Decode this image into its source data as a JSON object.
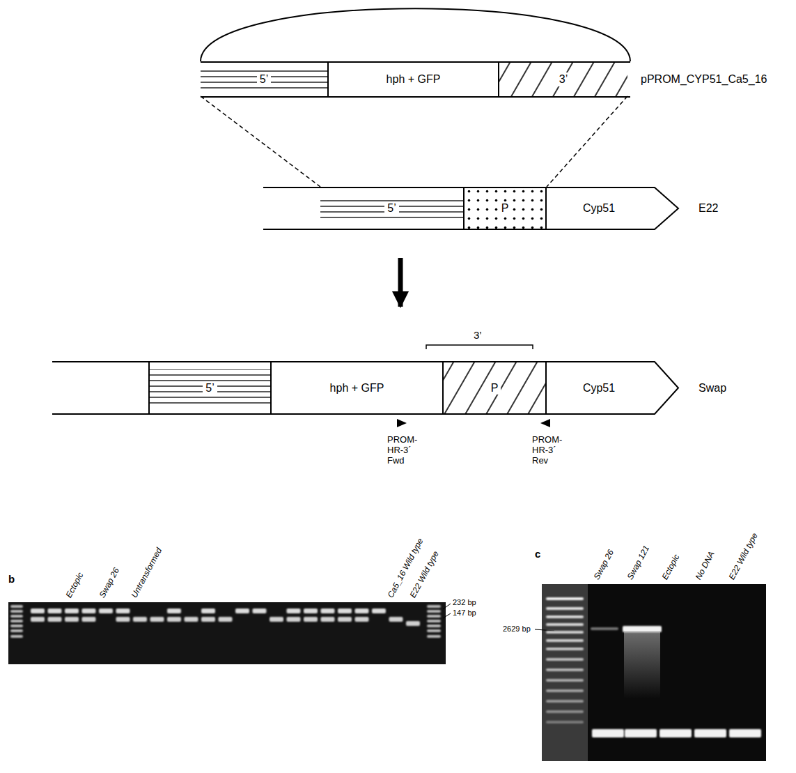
{
  "diagram": {
    "nodes": [
      {
        "text": [
          "pPROM_CYP51_Ca5_16"
        ]
      },
      {
        "text": [
          "5’"
        ],
        "in": 0
      },
      {
        "text": [
          "hph + GFP"
        ],
        "in": 0
      },
      {
        "text": [
          "3’"
        ],
        "in": 0
      },
      {
        "text": [
          "E22"
        ]
      },
      {
        "text": [
          "5’"
        ],
        "in": 4
      },
      {
        "text": [
          "P"
        ],
        "in": 4
      },
      {
        "text": [
          "Cyp51"
        ],
        "in": 4
      },
      {
        "text": [
          "Swap"
        ]
      },
      {
        "text": [
          "5’"
        ],
        "in": 8
      },
      {
        "text": [
          "hph + GFP"
        ],
        "in": 8
      },
      {
        "text": [
          "P"
        ],
        "in": 8
      },
      {
        "text": [
          "Cyp51"
        ],
        "in": 8
      }
    ],
    "edges": [
      {
        "from": 1,
        "to": 5,
        "arrow": "none"
      },
      {
        "from": 3,
        "to": 6,
        "arrow": "none"
      },
      {
        "from": 4,
        "to": 8,
        "arrow": "to"
      }
    ],
    "labels": [
      "3’",
      "PROM- HR-3´ Fwd",
      "PROM- HR-3´ Rev",
      "b",
      "Ectopic",
      "Swap 26",
      "Untransformed",
      "Ca5_16 Wild type",
      "E22 Wild type",
      "232 bp",
      "147 bp",
      "c",
      "Swap 26",
      "Swap 121",
      "Ectopic",
      "No DNA",
      "E22 Wild type",
      "2629 bp"
    ]
  }
}
